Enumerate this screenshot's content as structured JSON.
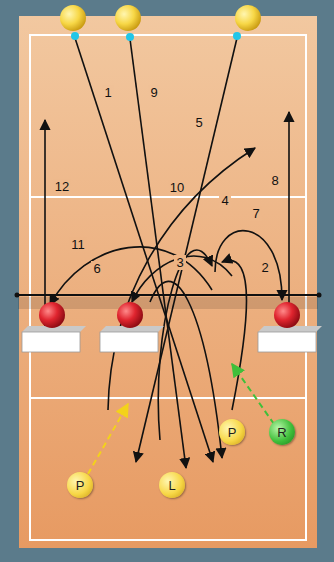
{
  "diagram": {
    "nodes": [
      {
        "text": [
          "P"
        ]
      },
      {
        "text": [
          "R"
        ]
      },
      {
        "text": [
          "P"
        ]
      },
      {
        "text": [
          "L"
        ]
      }
    ],
    "labels": [
      "1",
      "9",
      "5",
      "12",
      "10",
      "8",
      "4",
      "7",
      "11",
      "6",
      "3",
      "2"
    ]
  }
}
